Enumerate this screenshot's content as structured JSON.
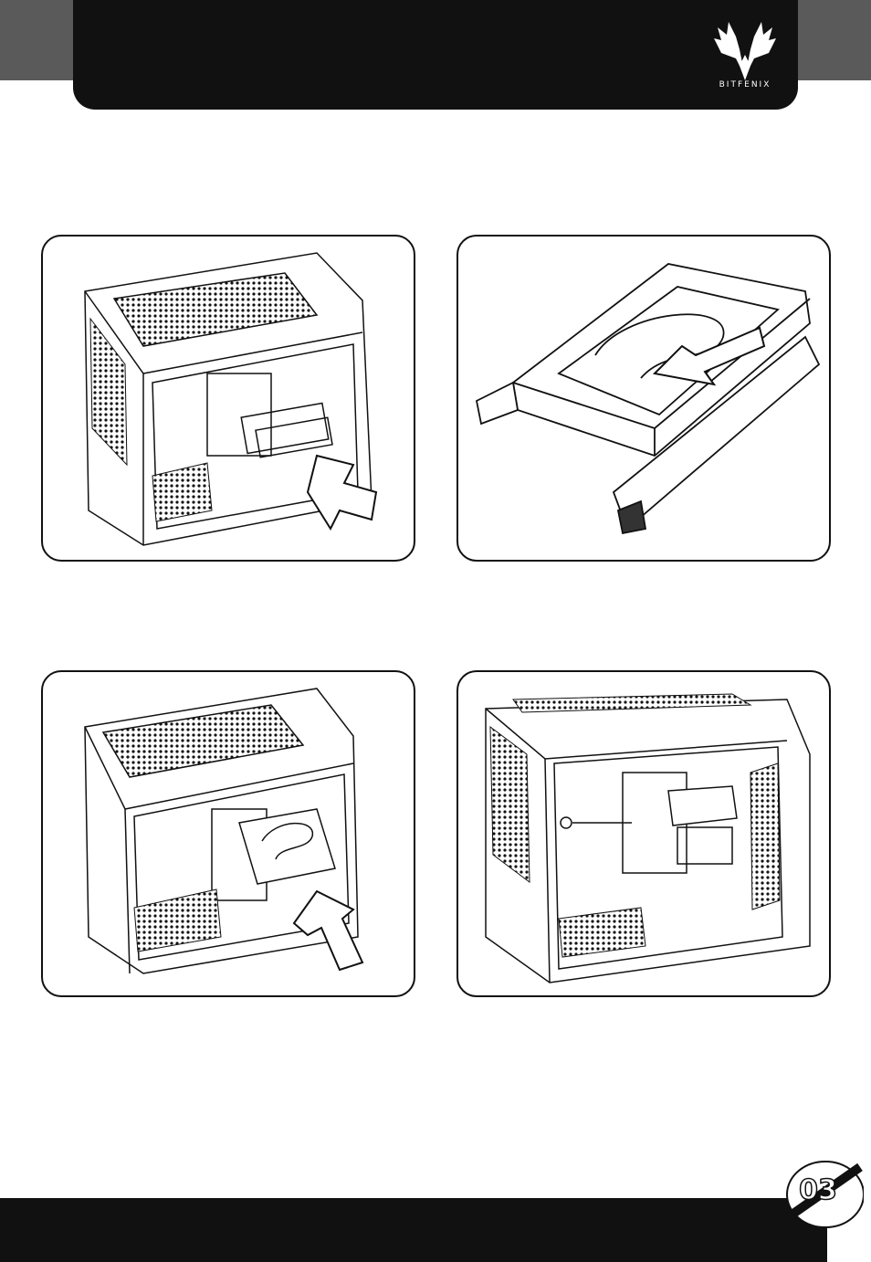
{
  "header": {
    "brand": "BITFENIX",
    "logo_icon": "bitfenix-phoenix-logo"
  },
  "figures": [
    {
      "id": "fig-1",
      "subject": "case-drive-tray-pull-out"
    },
    {
      "id": "fig-2",
      "subject": "drive-tray-insert-hdd"
    },
    {
      "id": "fig-3",
      "subject": "case-drive-tray-push-in"
    },
    {
      "id": "fig-4",
      "subject": "case-drive-secure-screw"
    }
  ],
  "footer": {
    "page_number": "03"
  },
  "colors": {
    "ink": "#111111",
    "corner_gray": "#5a5a5a",
    "paper": "#ffffff"
  }
}
